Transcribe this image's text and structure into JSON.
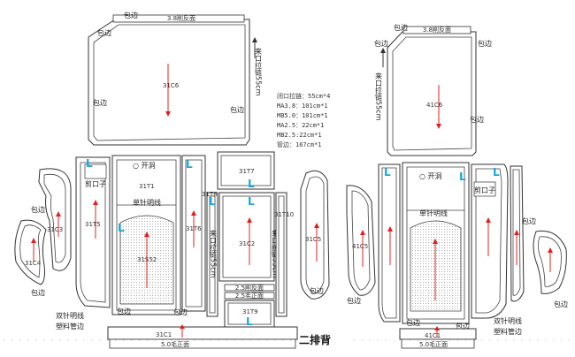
{
  "sheet": {
    "title": "二排背",
    "notes": [
      "闭口拉链：55cm*4",
      "MA3.8：101cm*1",
      "MB5.0：101cm*1",
      "MA2.5：22cm*1",
      "MB2.5:22cm*1",
      "管边：167cm*1"
    ],
    "trim_label": "包边",
    "L_mark": "L",
    "open_hole": "○ 开洞",
    "single_stitch": "单针明线",
    "cut_notch": "剪口子",
    "double_stitch": "双针明线",
    "plastic_piping": "塑料管边",
    "zipper_left_vert": "来口拉链55cm",
    "left": {
      "top_strip": "3.8削反面",
      "pieces": {
        "c6": "31C6",
        "t1": "31T1",
        "t5": "31T5",
        "c3": "31C3",
        "c4": "31C4",
        "t6": "31T6",
        "t7": "31T7",
        "t8": "31T8",
        "t10": "31T10",
        "c2": "31C2",
        "c5": "31C5",
        "s52": "31S52",
        "t9": "31T9",
        "c1": "31C1"
      },
      "strip_25_back": "2.5削反面",
      "strip_25_front": "2.5毛正面",
      "strip_50_front": "5.0毛正面"
    },
    "right": {
      "top_strip": "3.8削反面",
      "pieces": {
        "c6": "41C6",
        "c5": "41C5",
        "c1": "41C1"
      },
      "strip_50_front": "5.0毛正面"
    }
  }
}
